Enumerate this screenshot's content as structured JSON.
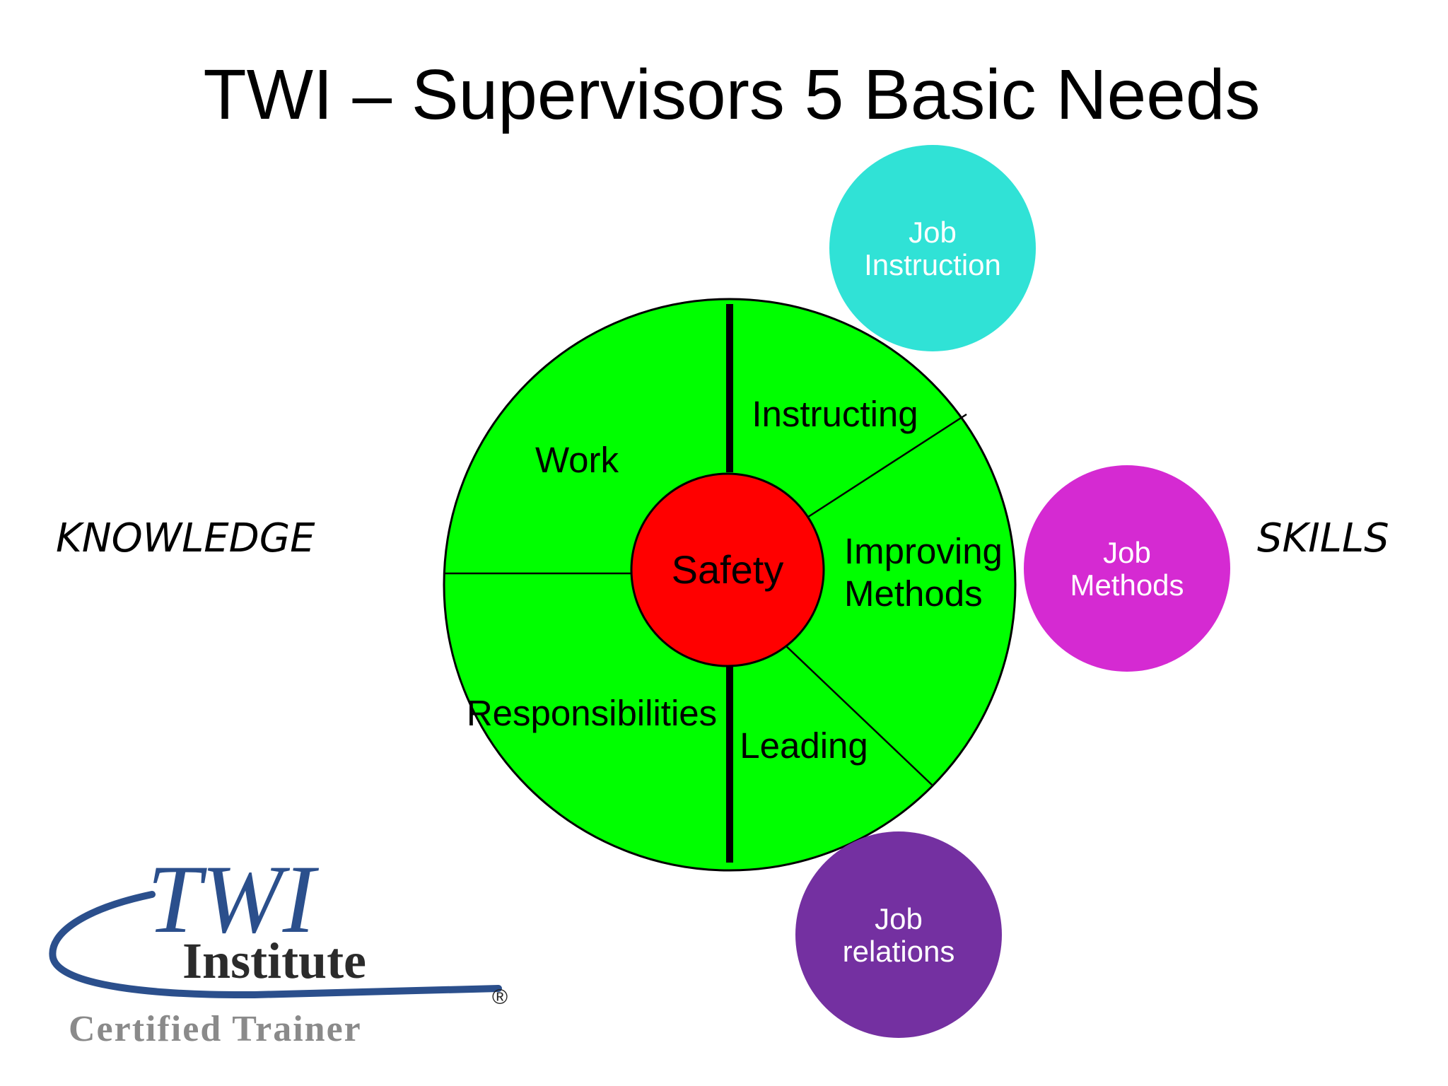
{
  "title": "TWI – Supervisors 5 Basic Needs",
  "side_labels": {
    "left": "KNOWLEDGE",
    "right": "SKILLS"
  },
  "wheel": {
    "center": "Safety",
    "segments": {
      "work": "Work",
      "responsibilities": "Responsibilities",
      "instructing": "Instructing",
      "improving": [
        "Improving",
        "Methods"
      ],
      "leading": "Leading"
    }
  },
  "bubbles": {
    "job_instruction": [
      "Job",
      "Instruction"
    ],
    "job_methods": [
      "Job",
      "Methods"
    ],
    "job_relations": [
      "Job",
      "relations"
    ]
  },
  "logo": {
    "brand": "TWI",
    "institute": "Institute",
    "certified": "Certified Trainer",
    "registered": "®"
  },
  "colors": {
    "wheel_fill": "#00ff00",
    "safety_fill": "#ff0000",
    "job_instruction": "#30e2d6",
    "job_methods": "#d52ad2",
    "job_relations": "#7430a1",
    "logo_blue": "#2b4f8c"
  }
}
